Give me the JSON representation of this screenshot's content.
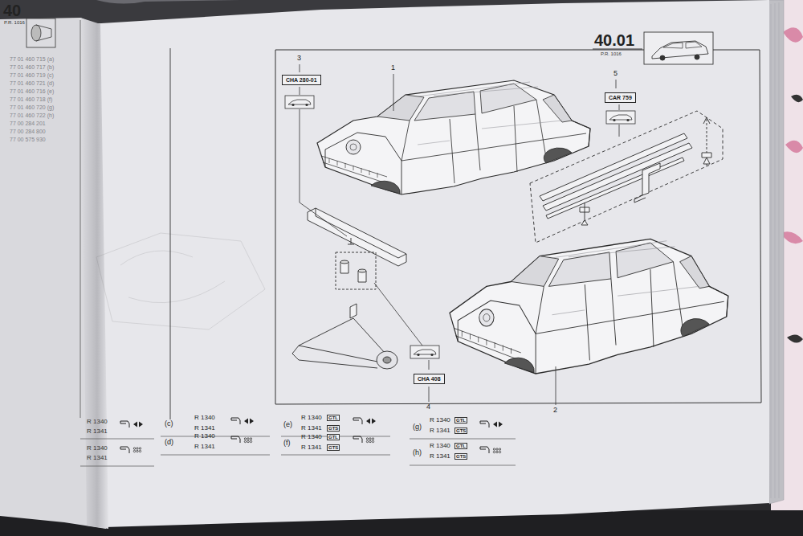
{
  "diagram": {
    "nodes": [
      {
        "text": [
          "CHA 280-01"
        ]
      },
      {
        "text": [
          "CAR 759"
        ]
      },
      {
        "text": [
          "CHA 408"
        ]
      }
    ],
    "labels": [
      "40",
      "P.R. 1016",
      "77 01 460 715 (a)",
      "77 01 460 717 (b)",
      "77 01 460 719 (c)",
      "77 01 460 721 (d)",
      "77 01 460 716 (e)",
      "77 01 460 718 (f)",
      "77 01 460 720 (g)",
      "77 01 460 722 (h)",
      "77 00 284 201",
      "77 00 284 800",
      "77 00 575 930",
      "40.01",
      "P.R. 1016",
      "1",
      "3",
      "5",
      "4",
      "2",
      "R 1340",
      "R 1341",
      "R 1340",
      "R 1341",
      "(c)",
      "R 1340",
      "R 1341",
      "(d)",
      "R 1340",
      "R 1341",
      "(e)",
      "R 1340",
      "GTL",
      "R 1341",
      "GTS",
      "(f)",
      "R 1340",
      "GTL",
      "R 1341",
      "GTS",
      "(g)",
      "R 1340",
      "GTL",
      "R 1341",
      "GTS",
      "(h)",
      "R 1340",
      "GTL",
      "R 1341",
      "GTS"
    ]
  }
}
